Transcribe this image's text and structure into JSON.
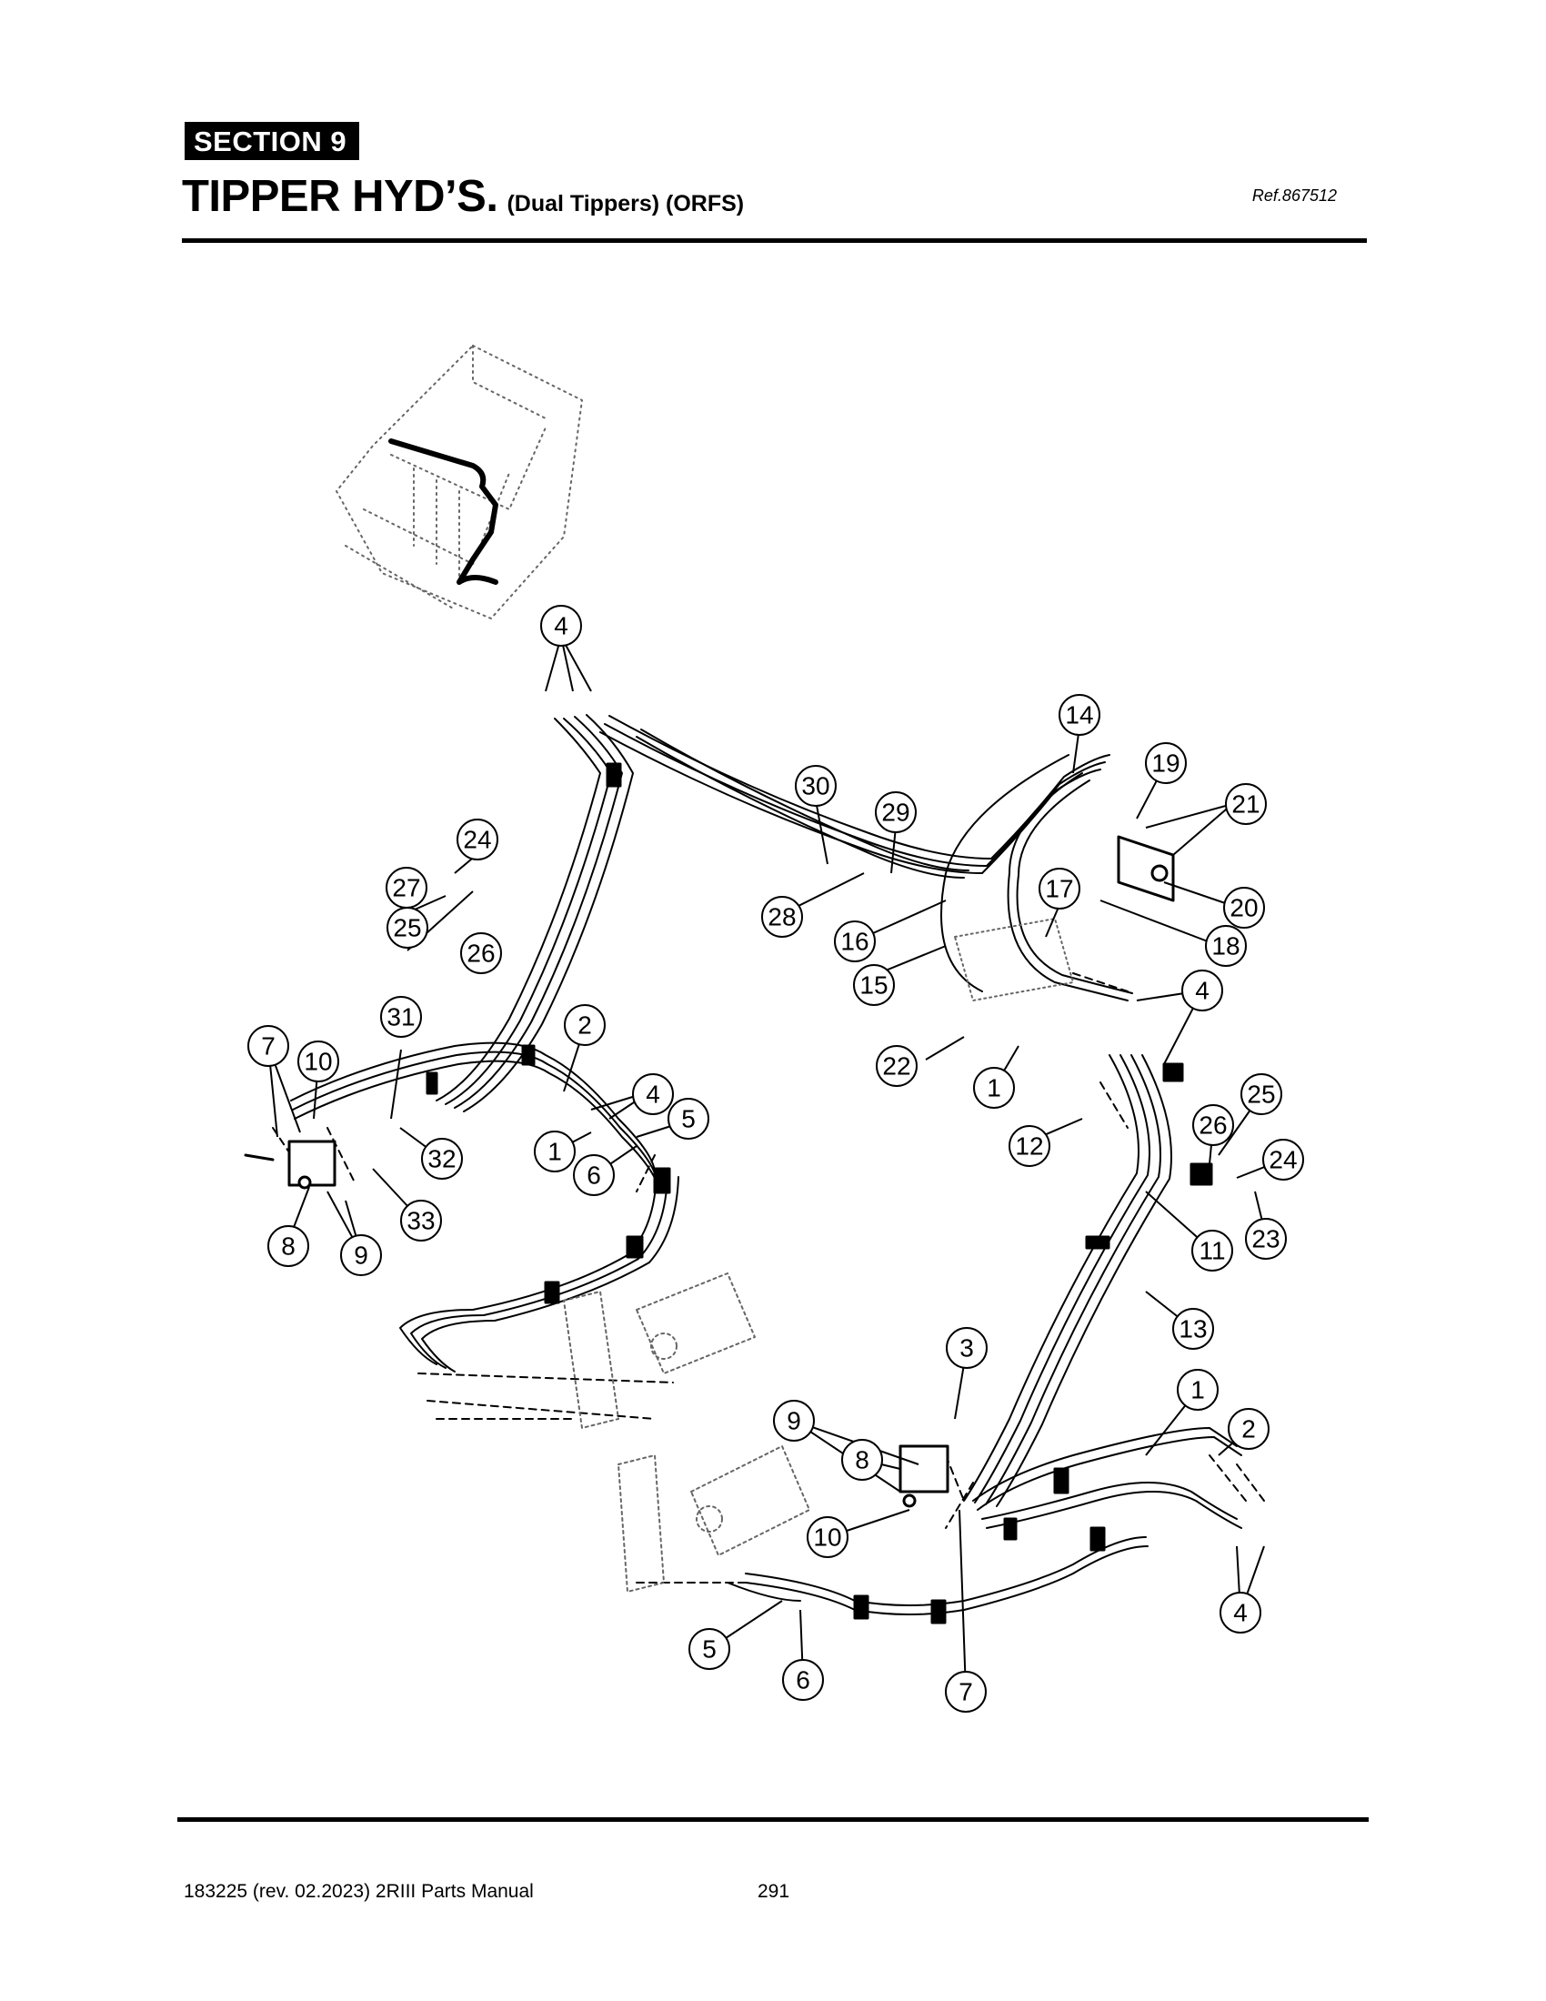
{
  "header": {
    "section_label": "SECTION  9",
    "title": "TIPPER HYD’S.",
    "subtitle": "(Dual Tippers) (ORFS)",
    "reference": "Ref.867512"
  },
  "diagram": {
    "callouts": [
      "4",
      "14",
      "19",
      "21",
      "30",
      "29",
      "24",
      "27",
      "25",
      "26",
      "28",
      "17",
      "20",
      "16",
      "18",
      "15",
      "4",
      "31",
      "2",
      "7",
      "10",
      "4",
      "22",
      "1",
      "5",
      "1",
      "32",
      "6",
      "12",
      "25",
      "26",
      "24",
      "33",
      "8",
      "9",
      "11",
      "23",
      "13",
      "3",
      "1",
      "9",
      "2",
      "8",
      "10",
      "4",
      "5",
      "6",
      "7"
    ]
  },
  "footer": {
    "document": "183225  (rev. 02.2023) 2RIII Parts Manual",
    "page_number": "291"
  }
}
